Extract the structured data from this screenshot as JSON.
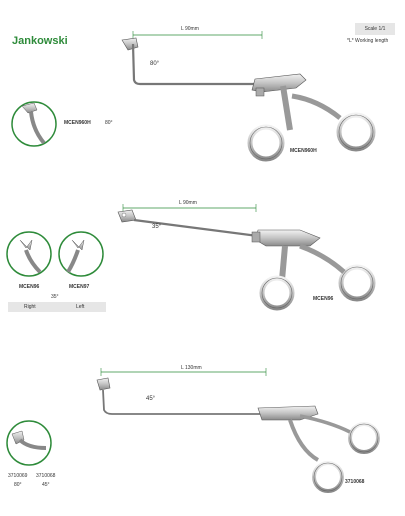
{
  "brand": "Jankowski",
  "scale": "Scale 1/1",
  "working_length_note": "*L* Working length",
  "sections": [
    {
      "length": "L 90mm",
      "angle": "80°",
      "code": "MCEN960H",
      "thumb_code": "MCEN960H",
      "thumb_angle": "80°"
    },
    {
      "length": "L 90mm",
      "angle": "35°",
      "code": "MCEN96",
      "thumb_codes": [
        "MCEN96",
        "MCEN97"
      ],
      "thumb_angle": "35°",
      "thumb_sides": [
        "Right",
        "Left"
      ]
    },
    {
      "length": "L 130mm",
      "angle": "45°",
      "code": "3710068",
      "thumb_codes": [
        "3710069",
        "3710068"
      ],
      "thumb_angles": [
        "80°",
        "45°"
      ]
    }
  ],
  "colors": {
    "brand_green": "#2e8b3a",
    "dimension_line": "#2e8b3a",
    "steel_light": "#d9d9d9",
    "steel_dark": "#8a8a8a"
  }
}
